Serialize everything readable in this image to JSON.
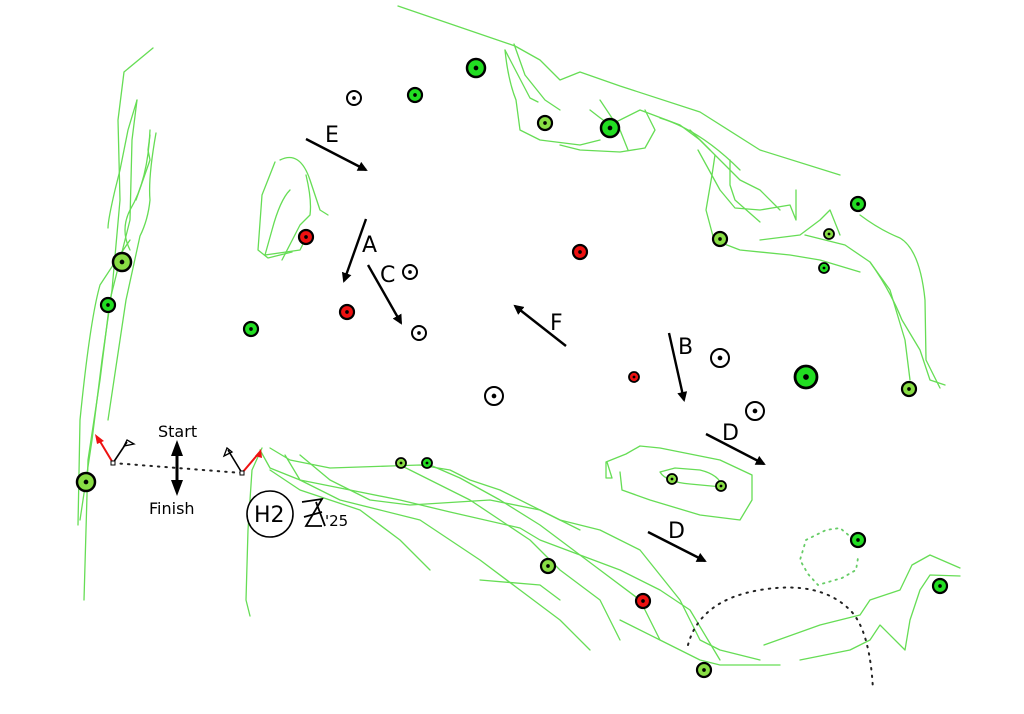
{
  "title": "Sailing course diagram H2 2025",
  "colors": {
    "contour": "#66dd55",
    "mark_red": "#ee1111",
    "mark_green": "#22dd22",
    "mark_lightgreen": "#88dd44",
    "mark_white": "#ffffff",
    "flag_red": "#ee1111",
    "ink": "#000000"
  },
  "legs": [
    {
      "id": "E",
      "label": "E"
    },
    {
      "id": "A",
      "label": "A"
    },
    {
      "id": "C",
      "label": "C"
    },
    {
      "id": "F",
      "label": "F"
    },
    {
      "id": "B",
      "label": "B"
    },
    {
      "id": "D1",
      "label": "D"
    },
    {
      "id": "D2",
      "label": "D"
    }
  ],
  "start_finish": {
    "start_label": "Start",
    "finish_label": "Finish"
  },
  "logo": {
    "badge": "H2",
    "mark": "Ꭿ",
    "year": "'25"
  },
  "marks": [
    {
      "type": "white",
      "size": "small"
    },
    {
      "type": "green",
      "size": "small"
    },
    {
      "type": "green",
      "size": "medium"
    },
    {
      "type": "lightgreen",
      "size": "small"
    },
    {
      "type": "green",
      "size": "medium"
    },
    {
      "type": "green",
      "size": "small"
    },
    {
      "type": "lightgreen",
      "size": "small"
    },
    {
      "type": "lightgreen",
      "size": "tiny"
    },
    {
      "type": "green",
      "size": "tiny"
    },
    {
      "type": "red",
      "size": "small"
    },
    {
      "type": "white",
      "size": "small"
    },
    {
      "type": "red",
      "size": "small"
    },
    {
      "type": "white",
      "size": "small"
    },
    {
      "type": "red",
      "size": "small"
    },
    {
      "type": "lightgreen",
      "size": "medium"
    },
    {
      "type": "green",
      "size": "small"
    },
    {
      "type": "green",
      "size": "small"
    },
    {
      "type": "white",
      "size": "medium"
    },
    {
      "type": "red",
      "size": "tiny"
    },
    {
      "type": "white",
      "size": "medium"
    },
    {
      "type": "green",
      "size": "large"
    },
    {
      "type": "lightgreen",
      "size": "small"
    },
    {
      "type": "white",
      "size": "medium"
    },
    {
      "type": "lightgreen",
      "size": "tiny"
    },
    {
      "type": "lightgreen",
      "size": "tiny"
    },
    {
      "type": "lightgreen",
      "size": "medium"
    },
    {
      "type": "lightgreen",
      "size": "tiny"
    },
    {
      "type": "green",
      "size": "tiny"
    },
    {
      "type": "lightgreen",
      "size": "small"
    },
    {
      "type": "red",
      "size": "small"
    },
    {
      "type": "lightgreen",
      "size": "small"
    },
    {
      "type": "green",
      "size": "small"
    },
    {
      "type": "green",
      "size": "small"
    }
  ]
}
